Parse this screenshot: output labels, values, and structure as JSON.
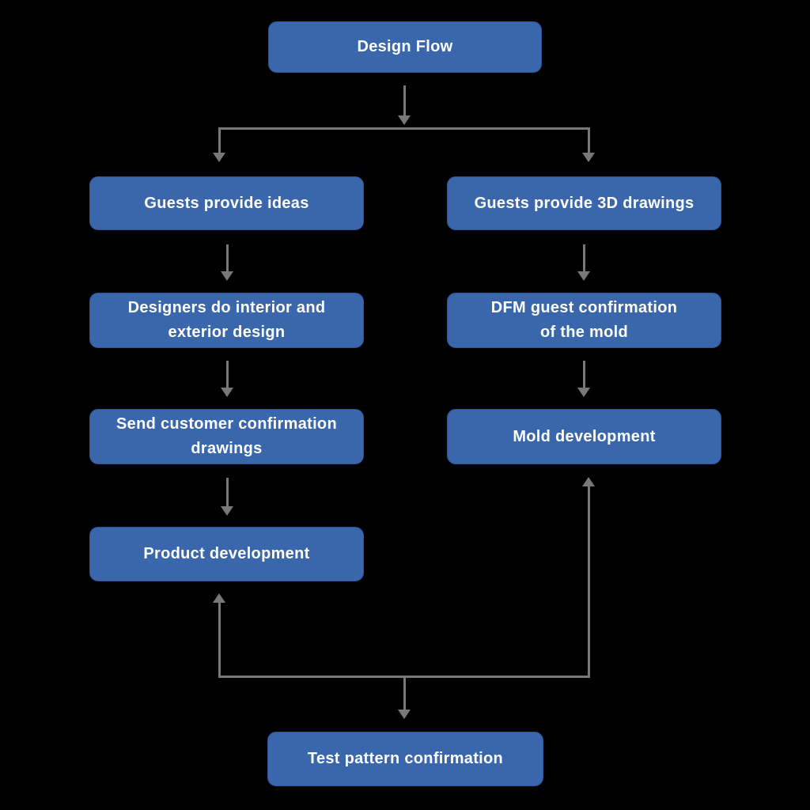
{
  "page": {
    "background": "#000000"
  },
  "diagram": {
    "type": "flowchart",
    "colors": {
      "node_fill": "#3A66AC",
      "node_border": "#2E5498",
      "node_text": "#FFFFFF",
      "connector": "#787878",
      "background": "#000000"
    },
    "nodes": {
      "design_flow": {
        "label": "Design Flow"
      },
      "guests_ideas": {
        "label": "Guests provide ideas"
      },
      "guests_3d": {
        "label": "Guests provide 3D drawings"
      },
      "designers": {
        "label": "Designers do interior and\nexterior design"
      },
      "dfm": {
        "label": "DFM guest confirmation\nof the mold"
      },
      "send_drawings": {
        "label": "Send customer confirmation\ndrawings"
      },
      "mold_dev": {
        "label": "Mold development"
      },
      "product_dev": {
        "label": "Product development"
      },
      "test_pattern": {
        "label": "Test pattern confirmation"
      }
    },
    "edges": [
      {
        "from": "design_flow",
        "to": "guests_ideas",
        "arrowhead": "at_target"
      },
      {
        "from": "design_flow",
        "to": "guests_3d",
        "arrowhead": "at_target"
      },
      {
        "from": "guests_ideas",
        "to": "designers",
        "arrowhead": "at_target"
      },
      {
        "from": "designers",
        "to": "send_drawings",
        "arrowhead": "at_target"
      },
      {
        "from": "send_drawings",
        "to": "product_dev",
        "arrowhead": "at_target"
      },
      {
        "from": "guests_3d",
        "to": "dfm",
        "arrowhead": "at_target"
      },
      {
        "from": "dfm",
        "to": "mold_dev",
        "arrowhead": "at_target"
      },
      {
        "from": "bottom_junction",
        "to": "product_dev",
        "arrowhead": "at_target"
      },
      {
        "from": "bottom_junction",
        "to": "mold_dev",
        "arrowhead": "at_target"
      },
      {
        "from": "bottom_junction",
        "to": "test_pattern",
        "arrowhead": "at_target"
      }
    ]
  }
}
